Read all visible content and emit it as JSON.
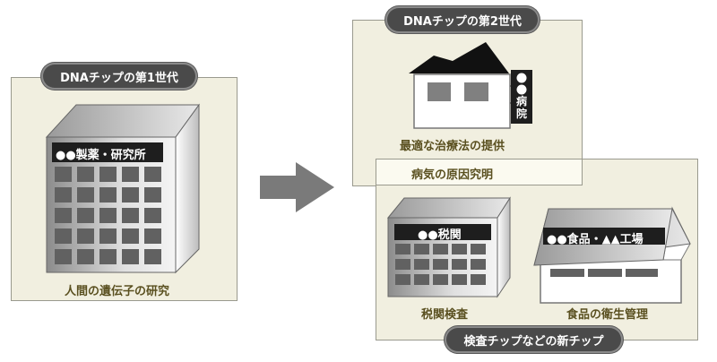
{
  "generation1": {
    "title": "DNAチップの第1世代",
    "building_sign": "●●製薬・研究所",
    "caption": "人間の遺伝子の研究"
  },
  "generation2": {
    "title": "DNAチップの第2世代",
    "hospital_sign": [
      "●",
      "●",
      "病",
      "院"
    ],
    "caption": "最適な治療法の提供"
  },
  "new_chips": {
    "header": "病気の原因究明",
    "customs_sign": "●●税関",
    "customs_caption": "税関検査",
    "factory_sign": "●●食品・▲▲工場",
    "factory_caption": "食品の衛生管理",
    "title": "検査チップなどの新チップ"
  },
  "colors": {
    "panel_bg": "#f1efe0",
    "pill_bg": "#4a4a4a",
    "caption_text": "#5a5020",
    "arrow": "#7a7a7a"
  }
}
